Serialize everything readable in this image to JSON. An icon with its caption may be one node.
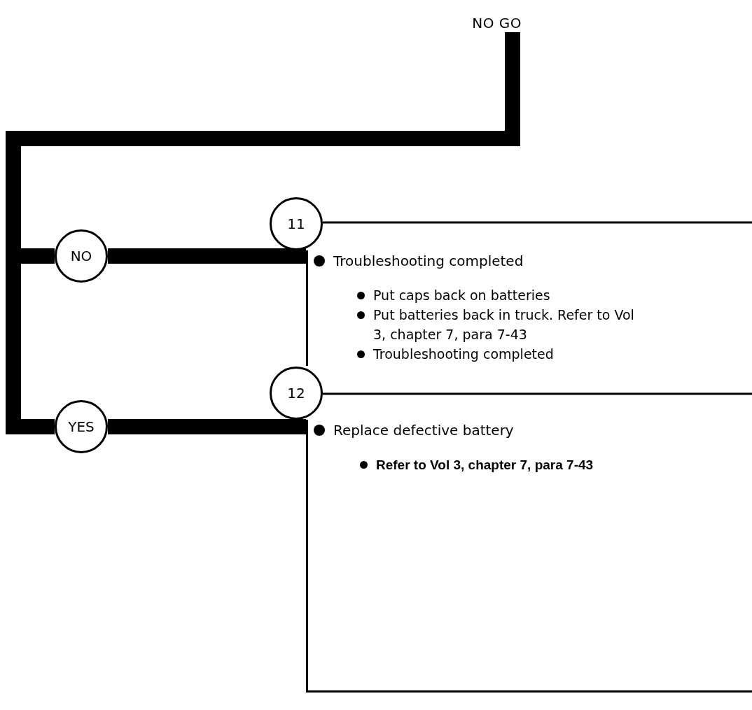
{
  "diagram": {
    "nodes": [
      {
        "text": [
          "NO GO"
        ]
      },
      {
        "text": [
          "11"
        ]
      },
      {
        "text": [
          "NO"
        ]
      },
      {
        "text": [
          "Troubleshooting completed",
          "Put caps back on batteries",
          "Put batteries back in truck. Refer to Vol 3, chapter 7, para 7-43",
          "Troubleshooting completed"
        ]
      },
      {
        "text": [
          "12"
        ]
      },
      {
        "text": [
          "YES"
        ]
      },
      {
        "text": [
          "Replace defective battery",
          "Refer to Vol 3, chapter 7, para 7-43"
        ]
      }
    ],
    "edges": [
      {
        "from": 0,
        "to": 2,
        "arrow": "none"
      },
      {
        "from": 0,
        "to": 5,
        "arrow": "none"
      },
      {
        "from": 2,
        "to": 3,
        "arrow": "none"
      },
      {
        "from": 5,
        "to": 6,
        "arrow": "none"
      }
    ]
  }
}
